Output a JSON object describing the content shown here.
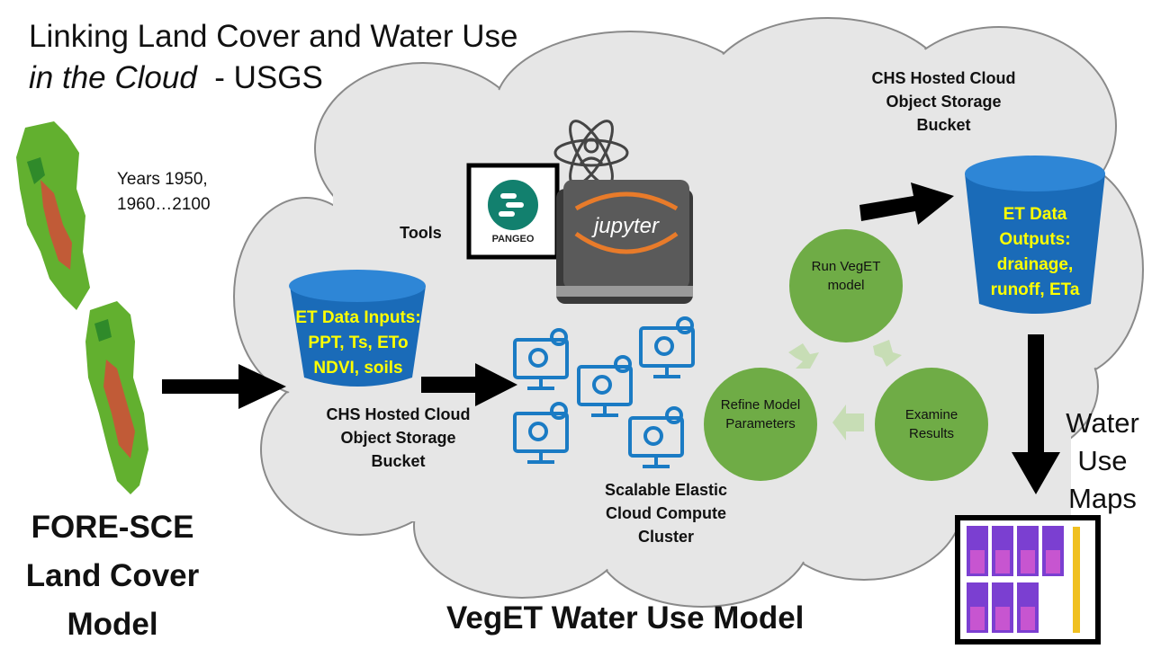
{
  "title": {
    "line1": "Linking Land Cover and Water Use",
    "line2_italic": "in the Cloud",
    "line2_rest": "  - USGS"
  },
  "years_label": "Years 1950, 1960…2100",
  "fore_sce_label": "FORE-SCE Land Cover Model",
  "tools_label": "Tools",
  "pangeo_label": "PANGEO",
  "jupyter_label": "jupyter",
  "input_bucket": {
    "caption": "CHS Hosted Cloud Object Storage Bucket",
    "content_line1": "ET Data Inputs:",
    "content_line2": "PPT, Ts, ETo",
    "content_line3": "NDVI, soils"
  },
  "output_bucket": {
    "caption": "CHS Hosted Cloud Object Storage Bucket",
    "content_line1": "ET Data",
    "content_line2": "Outputs:",
    "content_line3": "drainage,",
    "content_line4": "runoff, ETa"
  },
  "cluster_label": "Scalable Elastic Cloud Compute Cluster",
  "cycle": {
    "run": "Run VegET model",
    "examine": "Examine Results",
    "refine": "Refine Model Parameters"
  },
  "water_use_maps_label": "Water Use Maps",
  "veget_title": "VegET Water Use Model",
  "colors": {
    "cloud_fill": "#e6e6e6",
    "bucket_blue": "#1a6bb8",
    "bucket_top": "#2e86d6",
    "cycle_green": "#6fac46",
    "cycle_arrow": "#c7ddb5",
    "computer_blue": "#1a7bc4",
    "input_text": "#ffff00",
    "pangeo_teal": "#12806e"
  },
  "icons": [
    "atom-person-icon",
    "pangeo-logo",
    "jupyter-book-icon",
    "computer-gear-icon",
    "bucket-icon",
    "arrow-right-icon",
    "arrow-down-icon"
  ]
}
